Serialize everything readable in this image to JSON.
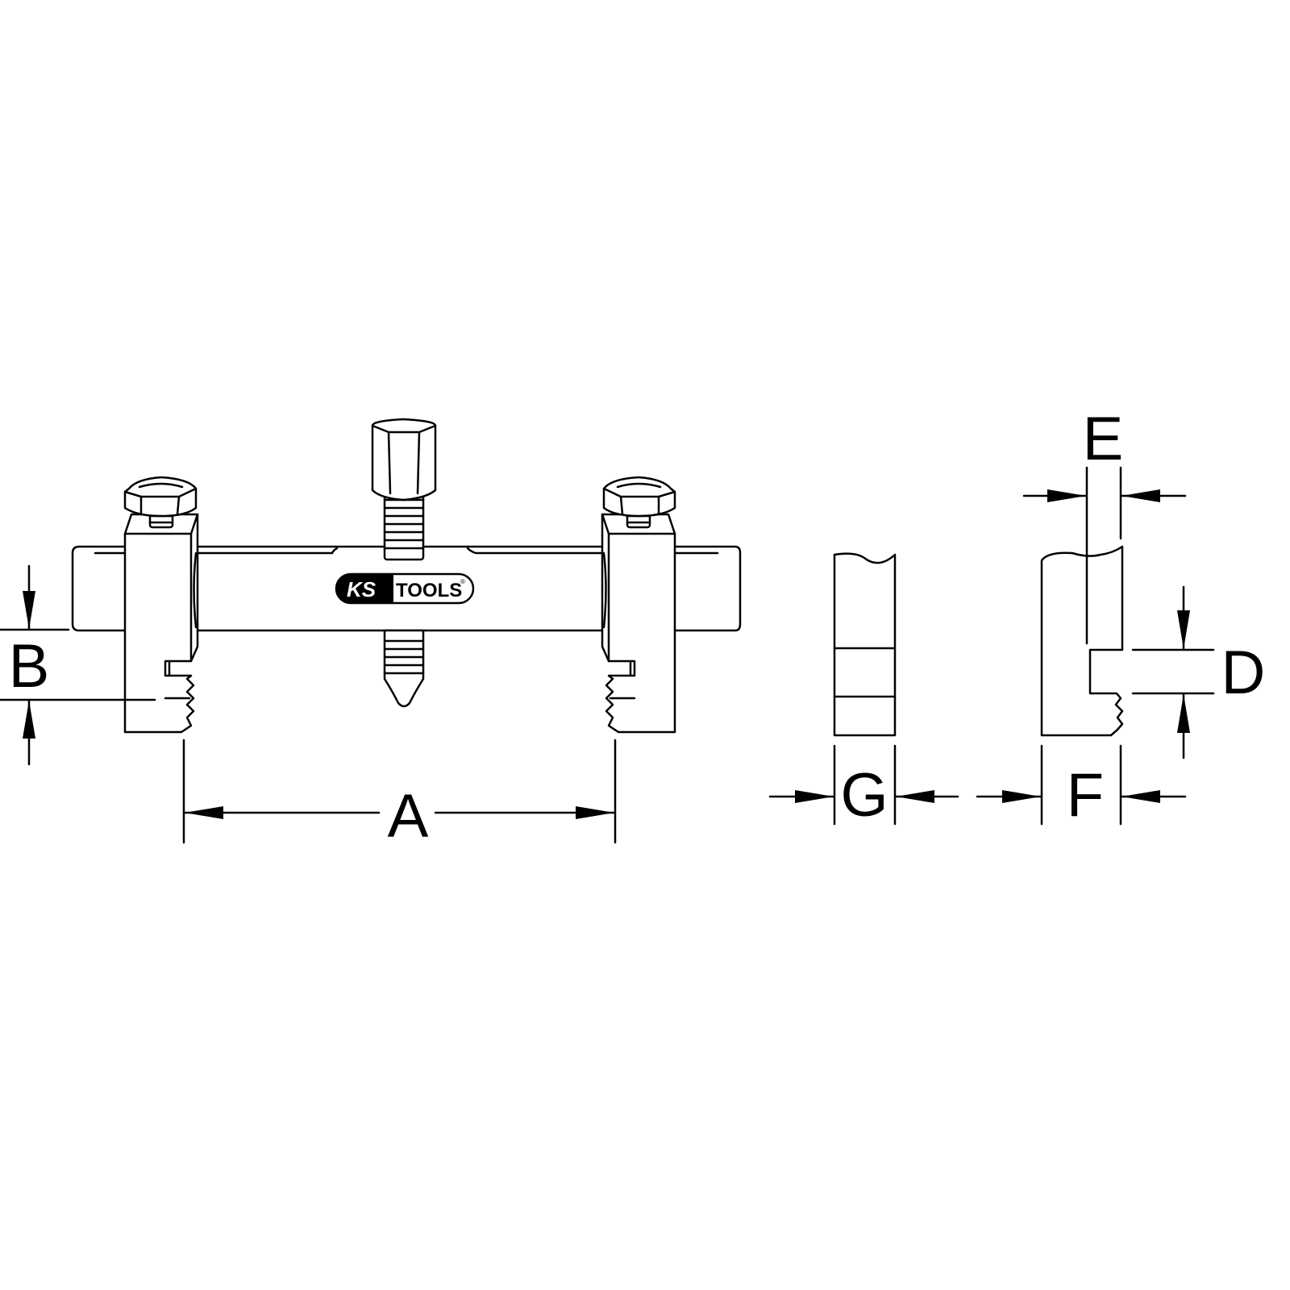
{
  "logo": {
    "left": "KS",
    "right": "TOOLS",
    "mark": "®"
  },
  "dimensions": {
    "a": "A",
    "b": "B",
    "d": "D",
    "e": "E",
    "f": "F",
    "g": "G"
  },
  "colors": {
    "line": "#000000",
    "background": "#ffffff"
  }
}
